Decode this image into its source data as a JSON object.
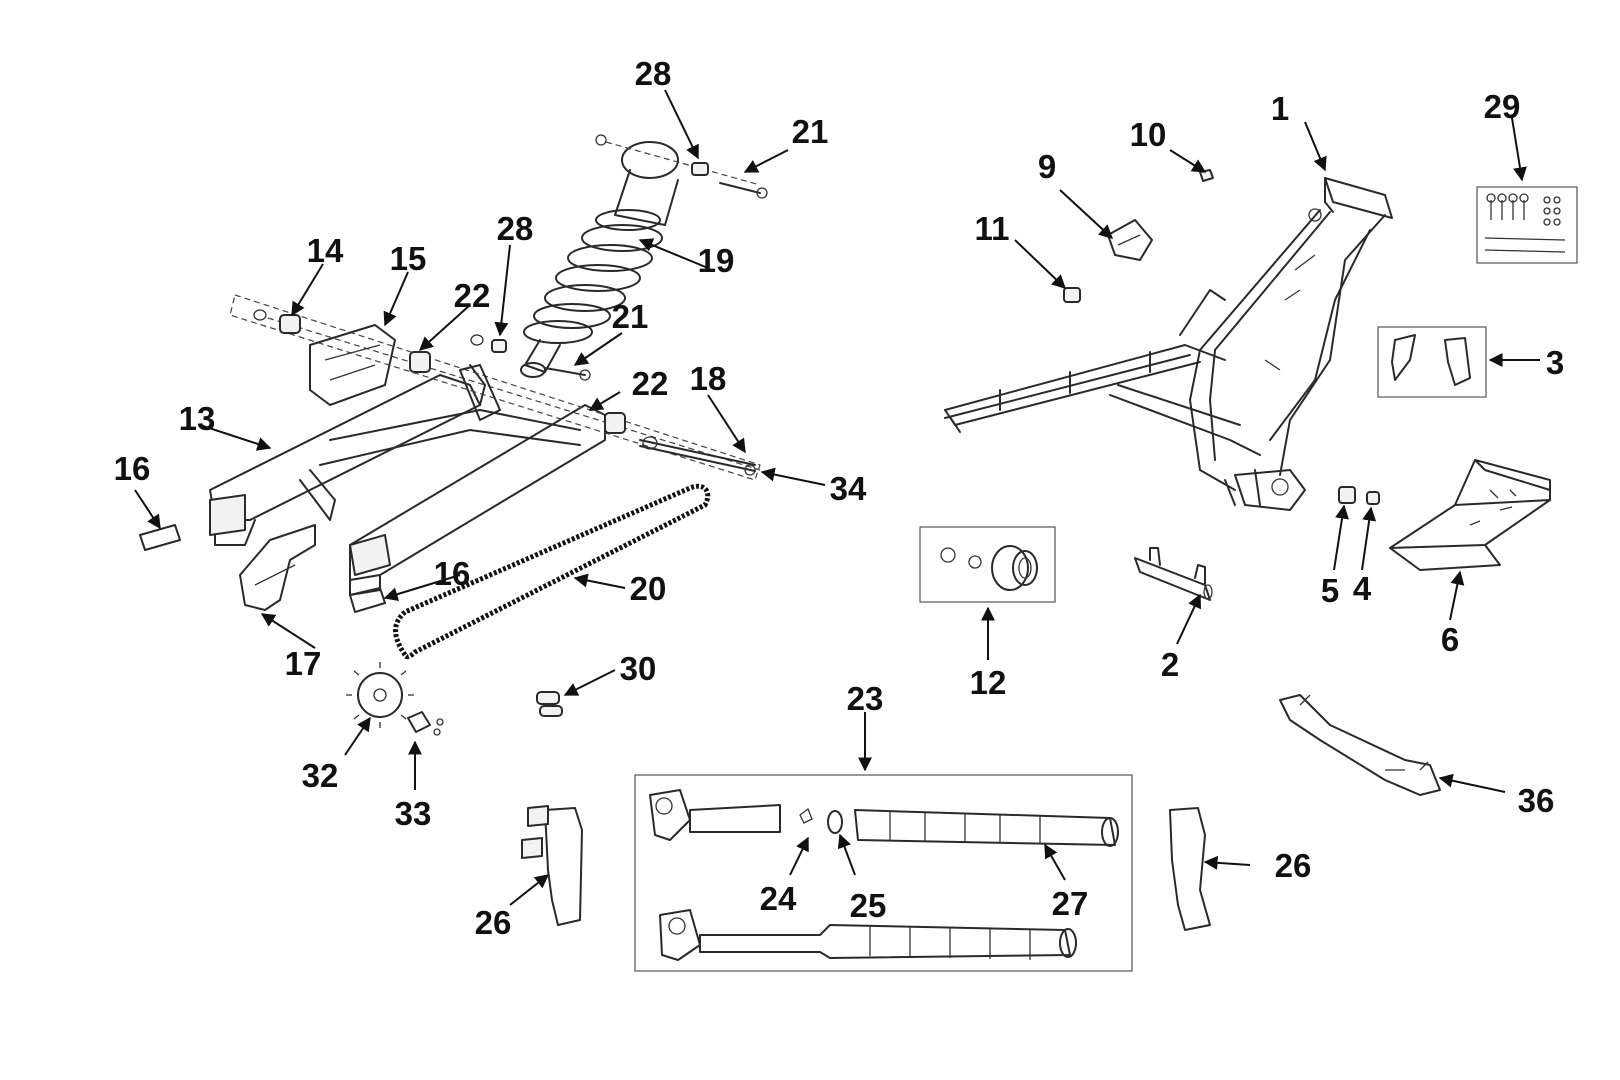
{
  "diagram": {
    "callouts": [
      {
        "id": "c1",
        "text": "1"
      },
      {
        "id": "c2",
        "text": "2"
      },
      {
        "id": "c3",
        "text": "3"
      },
      {
        "id": "c4",
        "text": "4"
      },
      {
        "id": "c5",
        "text": "5"
      },
      {
        "id": "c6",
        "text": "6"
      },
      {
        "id": "c9",
        "text": "9"
      },
      {
        "id": "c10",
        "text": "10"
      },
      {
        "id": "c11",
        "text": "11"
      },
      {
        "id": "c12",
        "text": "12"
      },
      {
        "id": "c13",
        "text": "13"
      },
      {
        "id": "c14",
        "text": "14"
      },
      {
        "id": "c15",
        "text": "15"
      },
      {
        "id": "c16a",
        "text": "16"
      },
      {
        "id": "c16b",
        "text": "16"
      },
      {
        "id": "c17",
        "text": "17"
      },
      {
        "id": "c18",
        "text": "18"
      },
      {
        "id": "c19",
        "text": "19"
      },
      {
        "id": "c20",
        "text": "20"
      },
      {
        "id": "c21a",
        "text": "21"
      },
      {
        "id": "c21b",
        "text": "21"
      },
      {
        "id": "c22a",
        "text": "22"
      },
      {
        "id": "c22b",
        "text": "22"
      },
      {
        "id": "c23",
        "text": "23"
      },
      {
        "id": "c24",
        "text": "24"
      },
      {
        "id": "c25",
        "text": "25"
      },
      {
        "id": "c26a",
        "text": "26"
      },
      {
        "id": "c26b",
        "text": "26"
      },
      {
        "id": "c27",
        "text": "27"
      },
      {
        "id": "c28a",
        "text": "28"
      },
      {
        "id": "c28b",
        "text": "28"
      },
      {
        "id": "c29",
        "text": "29"
      },
      {
        "id": "c30",
        "text": "30"
      },
      {
        "id": "c32",
        "text": "32"
      },
      {
        "id": "c33",
        "text": "33"
      },
      {
        "id": "c34",
        "text": "34"
      },
      {
        "id": "c36",
        "text": "36"
      }
    ]
  }
}
